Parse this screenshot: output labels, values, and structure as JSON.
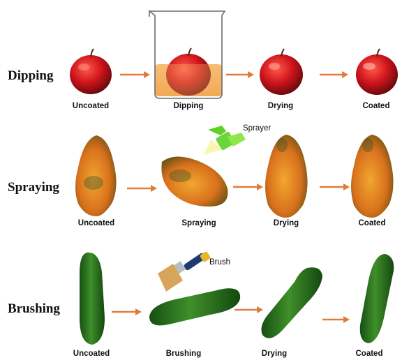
{
  "rows": [
    {
      "title": "Dipping",
      "steps": [
        "Uncoated",
        "Dipping",
        "Drying",
        "Coated"
      ]
    },
    {
      "title": "Spraying",
      "steps": [
        "Uncoated",
        "Spraying",
        "Drying",
        "Coated"
      ],
      "tool_label": "Sprayer"
    },
    {
      "title": "Brushing",
      "steps": [
        "Uncoated",
        "Brushing",
        "Drying",
        "Coated"
      ],
      "tool_label": "Brush"
    }
  ],
  "colors": {
    "arrow": "#e07c3a",
    "apple": "#c8141c",
    "papaya": "#d98a1a",
    "cucumber": "#2f7a1e",
    "coating_liquid": "#f5b466"
  }
}
